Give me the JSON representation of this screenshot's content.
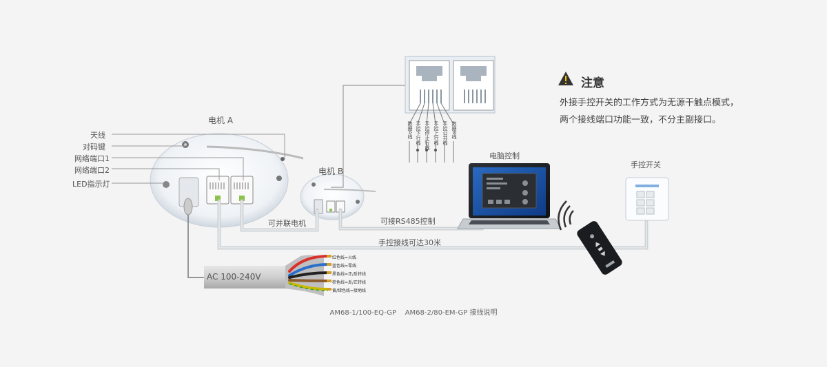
{
  "notice": {
    "title": "注意",
    "lines": [
      "外接手控开关的工作方式为无源干触点模式，",
      "两个接线端口功能一致，不分主副接口。"
    ]
  },
  "motor_a": {
    "title": "电机 A",
    "labels": [
      "天线",
      "对码键",
      "网络端口1",
      "网络端口2",
      "LED指示灯"
    ]
  },
  "motor_b": {
    "title": "电机 B"
  },
  "connections": {
    "parallel": "可并联电机",
    "rs485": "可接RS485控制",
    "switch_range": "手控接线可达30米"
  },
  "computer": {
    "title": "电脑控制"
  },
  "switch": {
    "title": "手控开关"
  },
  "port_wires": [
    "数据A线",
    "手控下行线",
    "手控停止行线",
    "手控上行线",
    "手控公共线",
    "数据B线"
  ],
  "power": {
    "label": "AC 100-240V",
    "wires": [
      "红色线=火线",
      "蓝色线=零线",
      "黑色线=正/反转线",
      "棕色线=反/正转线",
      "黄/绿色线=接地线"
    ],
    "wire_colors": [
      "#d9302c",
      "#2a6fc9",
      "#222222",
      "#8a5a2b",
      "#c9b800"
    ]
  },
  "caption": "AM68-1/100-EQ-GP    AM68-2/80-EM-GP 接线说明"
}
